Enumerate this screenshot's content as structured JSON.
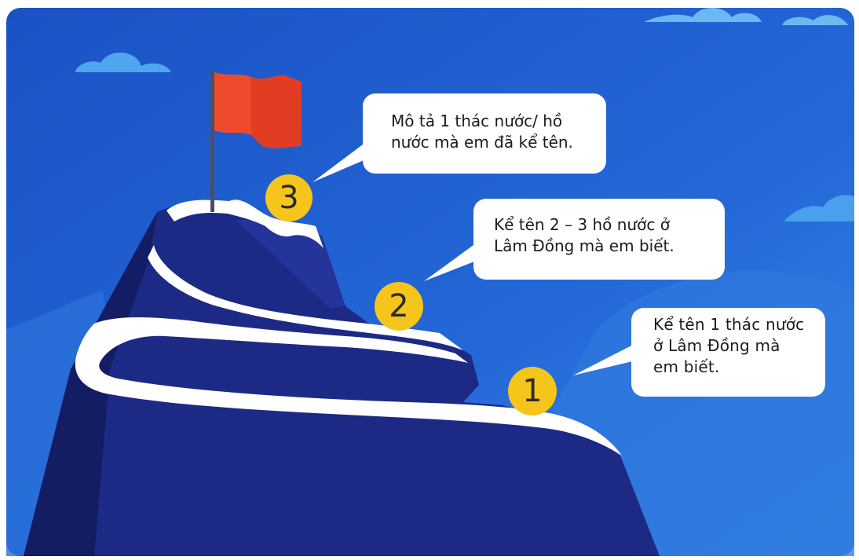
{
  "steps": [
    {
      "number": "1",
      "lines": [
        "Kể tên 1 thác nước",
        "ở Lâm Đồng mà",
        "em biết."
      ]
    },
    {
      "number": "2",
      "lines": [
        "Kể tên 2 – 3 hồ nước ở",
        "Lâm Đồng mà em biết."
      ]
    },
    {
      "number": "3",
      "lines": [
        "Mô tả 1 thác nước/ hồ",
        "nước mà em đã kể tên."
      ]
    }
  ],
  "colors": {
    "sky": "#1e5fd0",
    "sky_light": "#3d8ee8",
    "mountain": "#1c2a86",
    "mountain_shadow": "#141d63",
    "snow": "#ffffff",
    "flag": "#f04a2d",
    "badge": "#f6c51b"
  },
  "icons": [
    "flag-icon",
    "cloud-icon",
    "mountain-illustration"
  ]
}
